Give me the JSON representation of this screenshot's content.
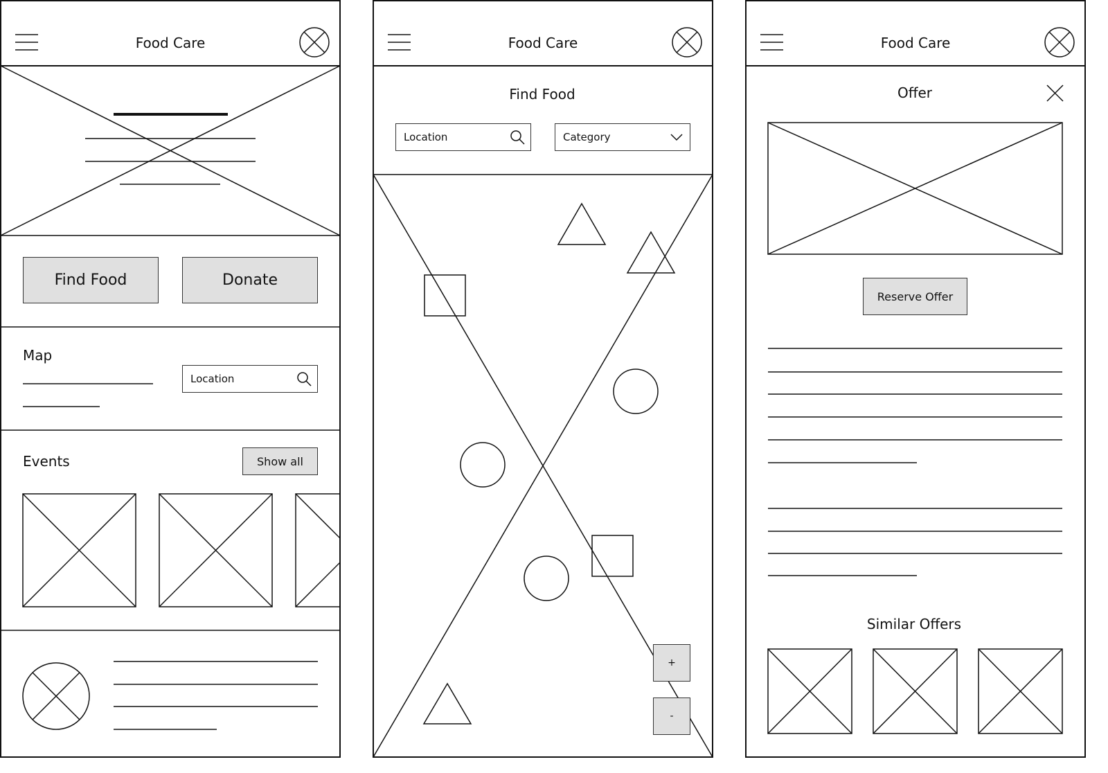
{
  "app_title": "Food Care",
  "home": {
    "find_food_label": "Find Food",
    "donate_label": "Donate",
    "map_heading": "Map",
    "location_placeholder": "Location",
    "events_heading": "Events",
    "show_all_label": "Show all"
  },
  "find_food": {
    "heading": "Find Food",
    "location_placeholder": "Location",
    "category_value": "Category",
    "zoom_in_label": "+",
    "zoom_out_label": "-"
  },
  "offer": {
    "heading": "Offer",
    "reserve_label": "Reserve Offer",
    "similar_heading": "Similar Offers"
  }
}
